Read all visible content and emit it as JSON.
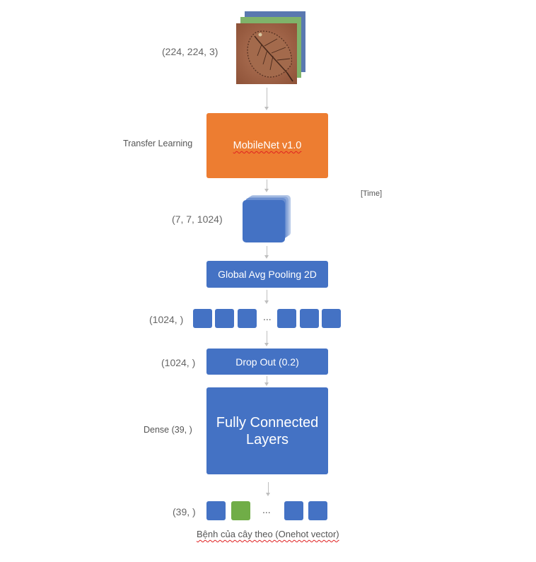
{
  "input": {
    "shape_label": "(224, 224, 3)"
  },
  "backbone": {
    "side_label": "Transfer Learning",
    "name": "MobileNet v1.0"
  },
  "time_label": "[Time]",
  "features": {
    "shape_label": "(7, 7, 1024)"
  },
  "pooling": {
    "name": "Global Avg Pooling 2D"
  },
  "vector": {
    "shape_label": "(1024, )",
    "ellipsis": "..."
  },
  "dropout": {
    "shape_label": "(1024, )",
    "name": "Drop Out (0.2)"
  },
  "dense": {
    "side_label": "Dense (39, )",
    "name": "Fully Connected Layers"
  },
  "output": {
    "shape_label": "(39, )",
    "ellipsis": "...",
    "caption": "Bệnh của cây theo (Onehot vector)"
  },
  "colors": {
    "blue": "#4472c4",
    "orange": "#ed7d31",
    "green": "#70ad47",
    "arrow": "#bfbfbf"
  }
}
